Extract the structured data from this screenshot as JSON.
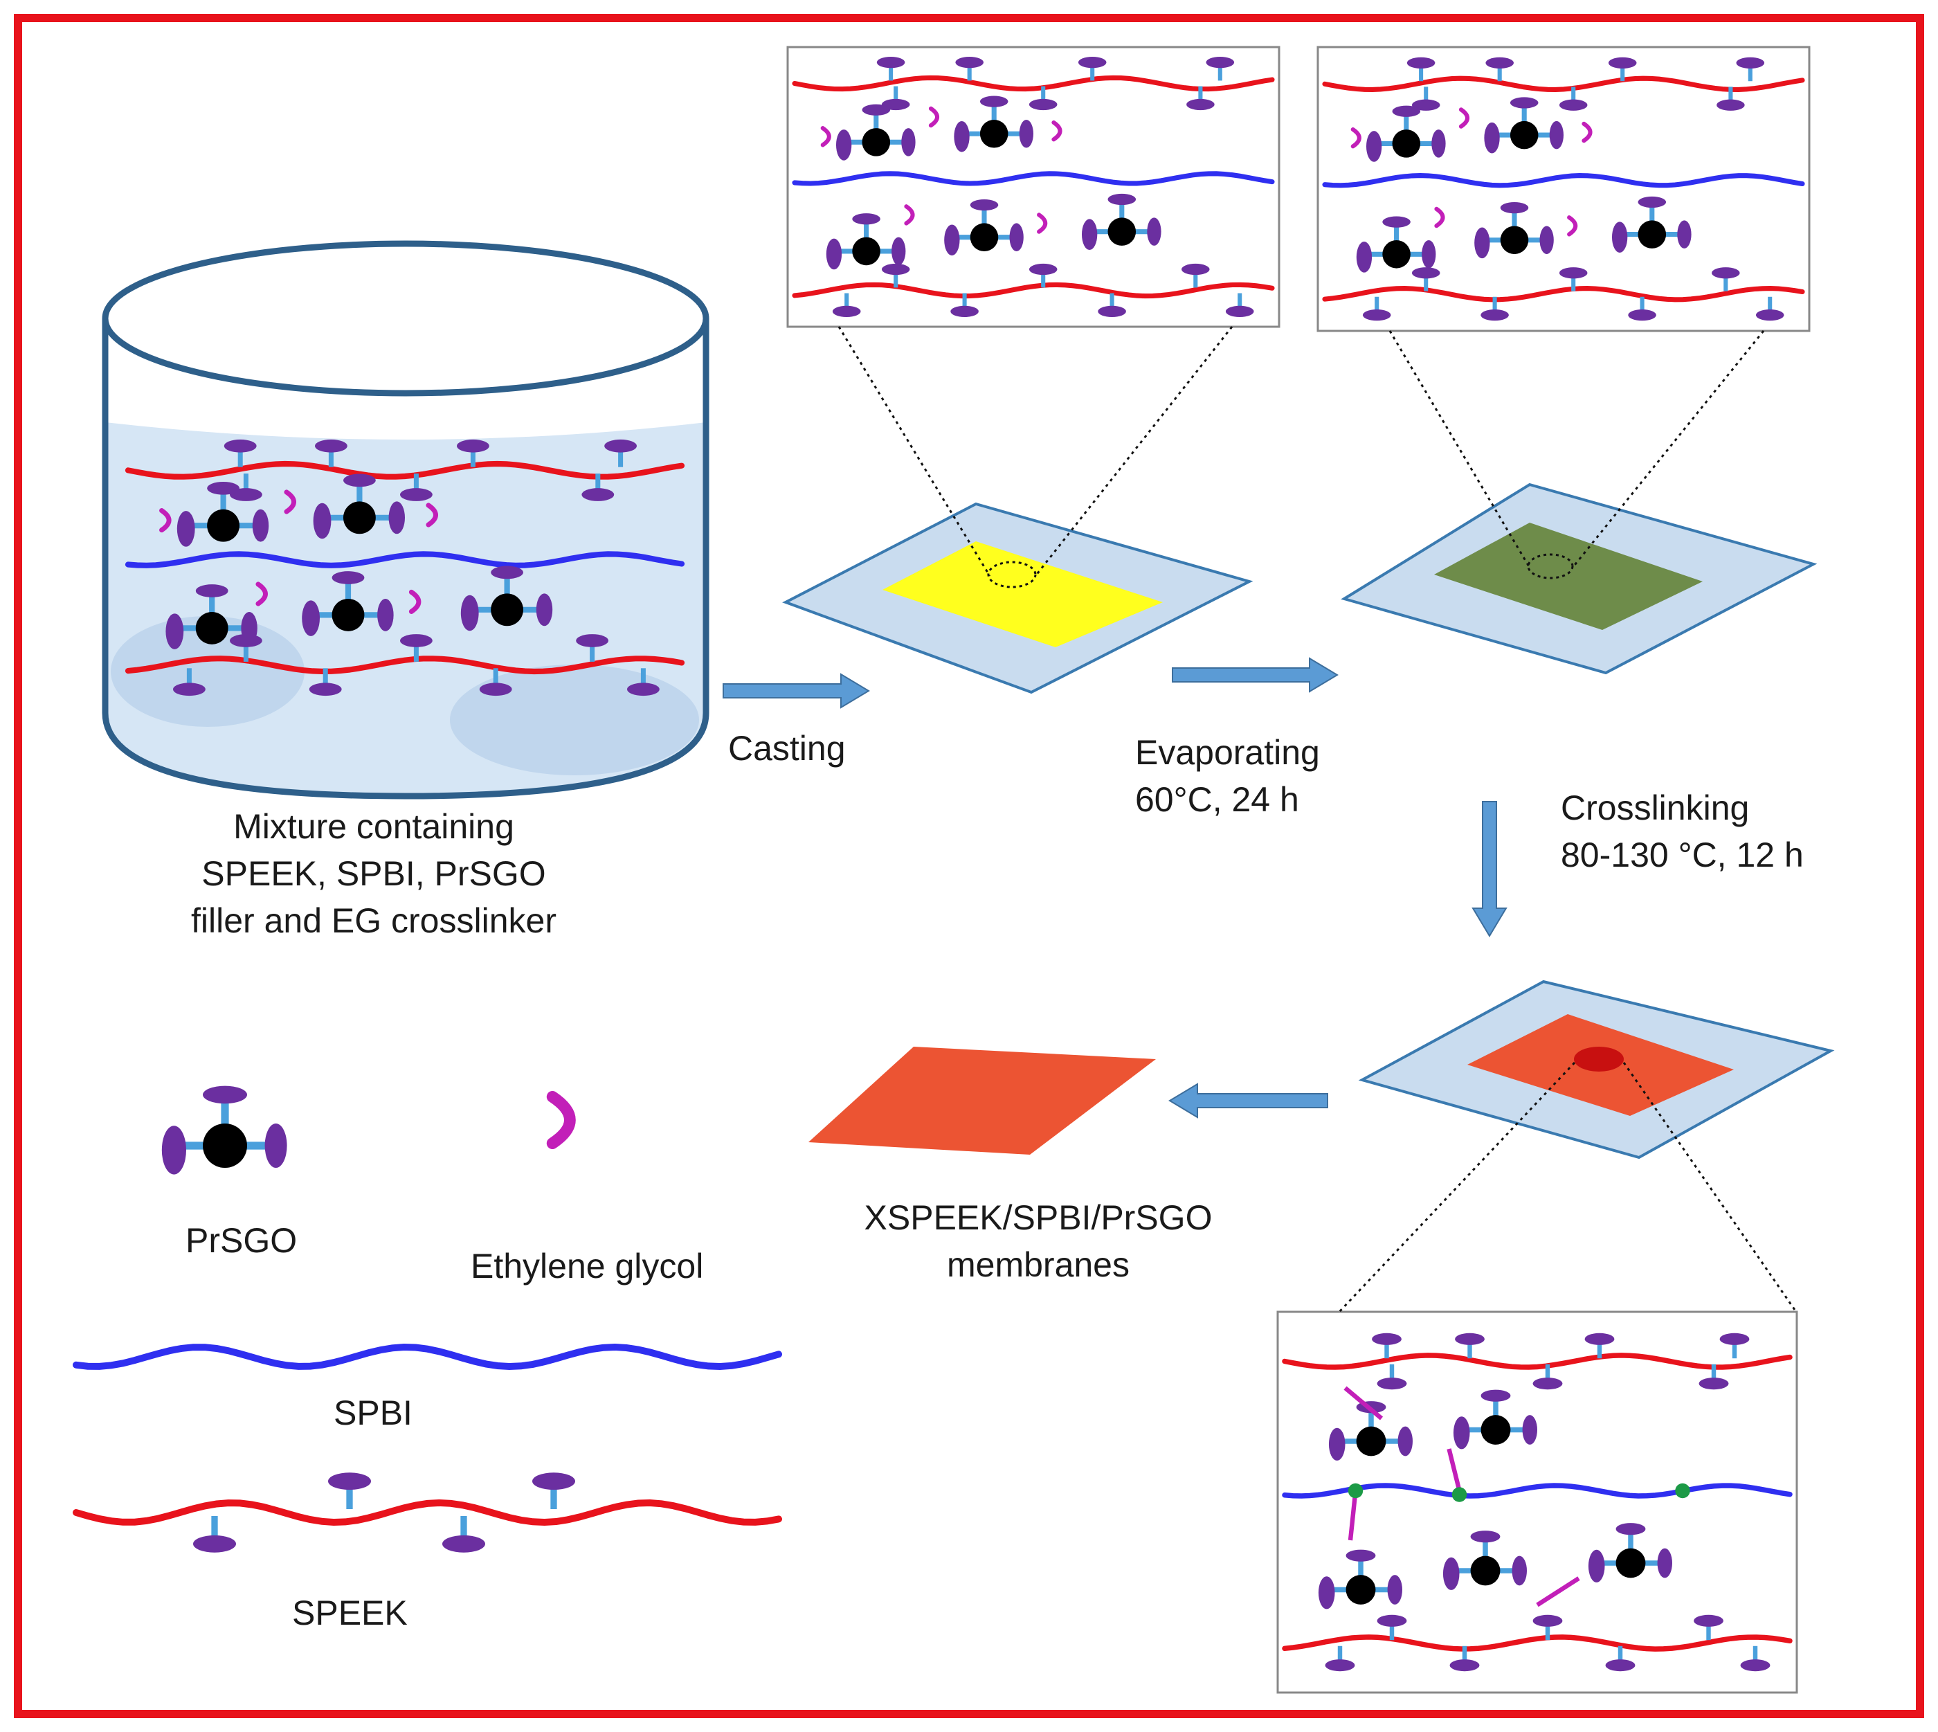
{
  "labels": {
    "mixture": [
      "Mixture containing",
      "SPEEK, SPBI, PrSGO",
      "filler and EG crosslinker"
    ],
    "casting": "Casting",
    "evaporating": [
      "Evaporating",
      "60°C, 24 h"
    ],
    "crosslinking": [
      "Crosslinking",
      "80-130 °C, 12 h"
    ],
    "product": [
      "XSPEEK/SPBI/PrSGO",
      "membranes"
    ]
  },
  "legend": {
    "prsgo": "PrSGO",
    "ethylene_glycol": "Ethylene glycol",
    "spbi": "SPBI",
    "speek": "SPEEK"
  },
  "colors": {
    "frame": "#e8131c",
    "speek_chain": "#e8131c",
    "spbi_chain": "#2f2ff0",
    "side_group": "#6b2fa0",
    "stem": "#4aa0dc",
    "prsgo_core": "#000000",
    "ethylene_glycol": "#c21fb8",
    "solution": "#d6e6f5",
    "beaker_outline": "#2e5f8a",
    "substrate": "#c9dcef",
    "cast_film": "#ffff1e",
    "dried_film": "#6e8c4a",
    "crosslinked_film": "#ec5433",
    "crosslink_node": "#1c9a46",
    "arrow": "#5b9bd5"
  }
}
